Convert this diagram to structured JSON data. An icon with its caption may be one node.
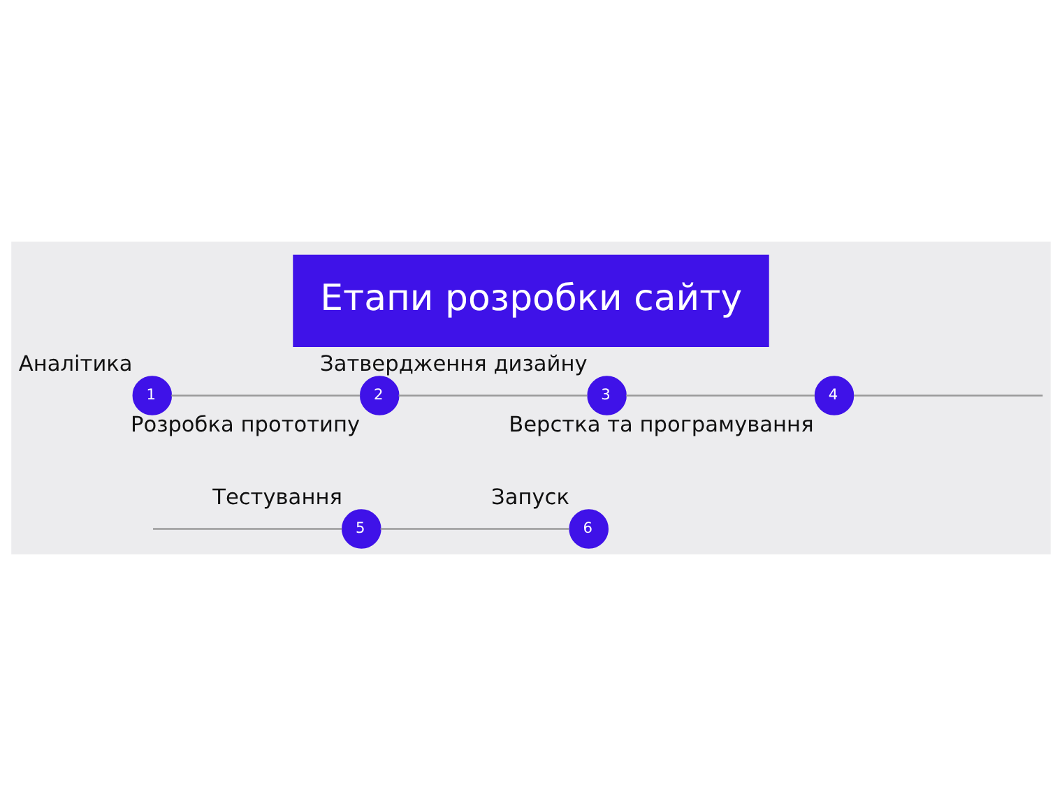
{
  "diagram": {
    "title": "Етапи розробки сайту",
    "nodes": [
      {
        "text": [
          "1"
        ],
        "beside": [
          "Аналітика"
        ]
      },
      {
        "text": [
          "2"
        ],
        "beside": [
          "Розробка прототипу"
        ]
      },
      {
        "text": [
          "3"
        ],
        "beside": [
          "Затвердження дизайну"
        ]
      },
      {
        "text": [
          "4"
        ],
        "beside": [
          "Верстка та програмування"
        ]
      },
      {
        "text": [
          "5"
        ],
        "beside": [
          "Тестування"
        ]
      },
      {
        "text": [
          "6"
        ],
        "beside": [
          "Запуск"
        ]
      }
    ],
    "edges": [
      {
        "from": 0,
        "to": 1,
        "arrow": "none"
      },
      {
        "from": 1,
        "to": 2,
        "arrow": "none"
      },
      {
        "from": 2,
        "to": 3,
        "arrow": "none"
      },
      {
        "from": 3,
        "to": null,
        "arrow": "none"
      },
      {
        "from": null,
        "to": 4,
        "arrow": "none"
      },
      {
        "from": 4,
        "to": 5,
        "arrow": "none"
      }
    ]
  }
}
